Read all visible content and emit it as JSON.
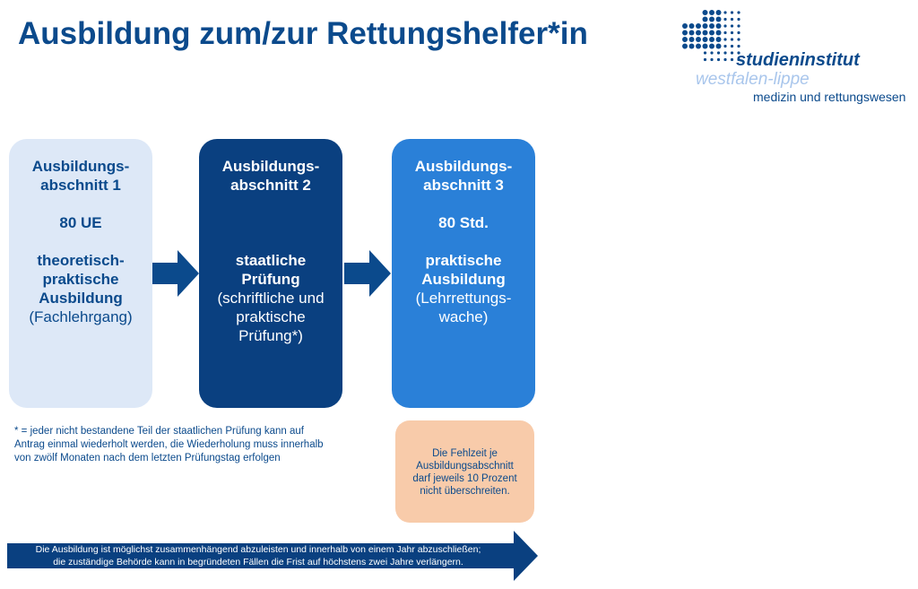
{
  "title": "Ausbildung zum/zur Rettungshelfer*in",
  "logo": {
    "name": "studieninstitut",
    "region": "westfalen-lippe",
    "subtitle": "medizin und rettungswesen"
  },
  "sections": [
    {
      "heading1": "Ausbildungs-",
      "heading2": "abschnitt 1",
      "hours": "80 UE",
      "desc_bold": [
        "theoretisch-",
        "praktische",
        "Ausbildung"
      ],
      "desc": [
        "(Fachlehrgang)"
      ]
    },
    {
      "heading1": "Ausbildungs-",
      "heading2": "abschnitt 2",
      "hours": "",
      "desc_bold": [
        "staatliche",
        "Prüfung"
      ],
      "desc": [
        "(schriftliche und",
        "praktische",
        "Prüfung*)"
      ]
    },
    {
      "heading1": "Ausbildungs-",
      "heading2": "abschnitt 3",
      "hours": "80 Std.",
      "desc_bold": [
        "praktische",
        "Ausbildung"
      ],
      "desc": [
        "(Lehrrettungs-",
        "wache)"
      ]
    }
  ],
  "footnote": [
    "* = jeder nicht bestandene Teil der staatlichen Prüfung kann auf",
    "Antrag einmal wiederholt werden, die Wiederholung muss innerhalb",
    "von zwölf Monaten nach dem letzten Prüfungstag erfolgen"
  ],
  "absence_note": [
    "Die Fehlzeit je",
    "Ausbildungsabschnitt",
    "darf jeweils 10 Prozent",
    "nicht überschreiten."
  ],
  "timeline": [
    "Die Ausbildung ist möglichst zusammenhängend abzuleisten und innerhalb von einem Jahr abzuschließen;",
    "die zuständige Behörde kann in begründeten Fällen die Frist auf höchstens zwei Jahre verlängern."
  ],
  "colors": {
    "dark": "#0a4080",
    "mid": "#2a80d8",
    "light": "#dde8f7",
    "orange": "#f8cbaa"
  }
}
